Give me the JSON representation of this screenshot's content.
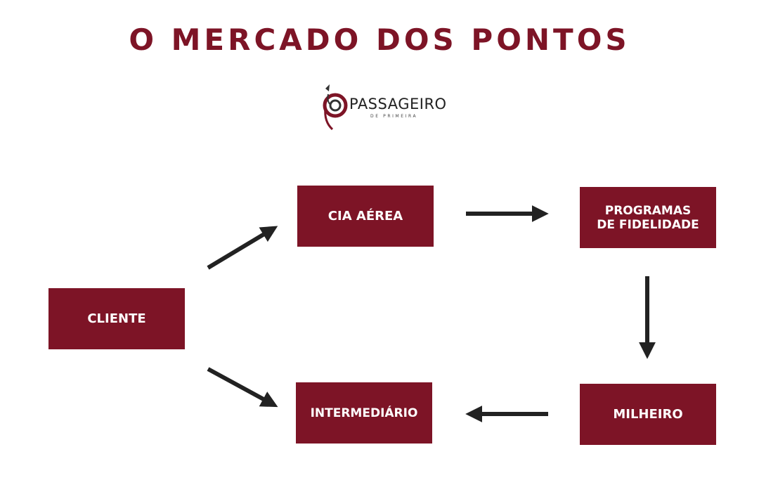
{
  "title": "O MERCADO DOS PONTOS",
  "logo": {
    "name": "PASSAGEIRO",
    "subtitle": "DE PRIMEIRA"
  },
  "nodes": {
    "cliente": "CLIENTE",
    "cia_aerea": "CIA AÉREA",
    "programas": "PROGRAMAS DE FIDELIDADE",
    "intermediario": "INTERMEDIÁRIO",
    "milheiro": "MILHEIRO"
  },
  "colors": {
    "brand": "#7d1426",
    "arrow": "#222222"
  }
}
